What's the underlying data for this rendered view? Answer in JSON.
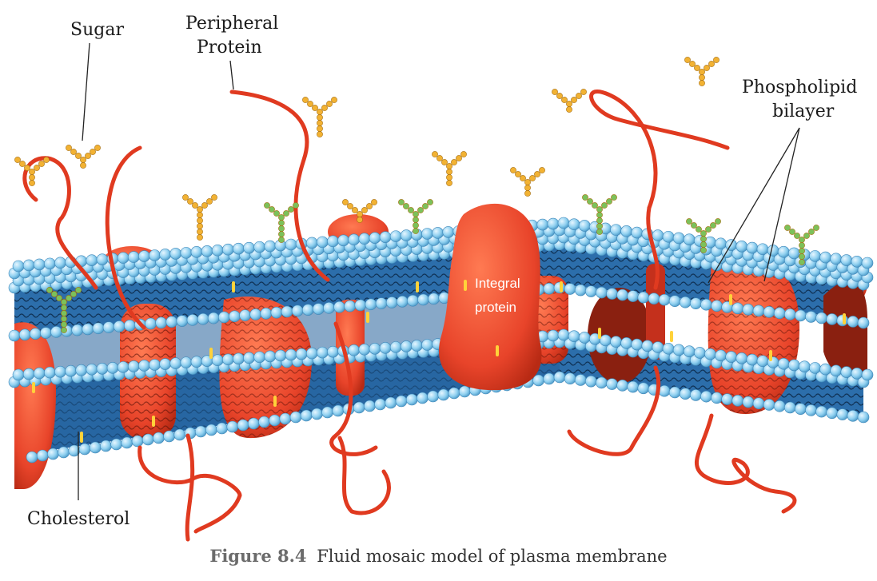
{
  "labels": {
    "sugar": "Sugar",
    "peripheral_line1": "Peripheral",
    "peripheral_line2": "Protein",
    "phospholipid_line1": "Phospholipid",
    "phospholipid_line2": "bilayer",
    "integral_line1": "Integral",
    "integral_line2": "protein",
    "cholesterol": "Cholesterol"
  },
  "caption": {
    "figure_number": "Figure 8.4",
    "text": "Fluid mosaic model of plasma membrane"
  },
  "colors": {
    "lipid_head": "#8fd0f0",
    "lipid_tail_band": "#2c6eab",
    "protein": "#e8442a",
    "sugar_orange": "#f2b233",
    "sugar_green": "#7cc15a",
    "cholesterol": "#ffd23a"
  }
}
